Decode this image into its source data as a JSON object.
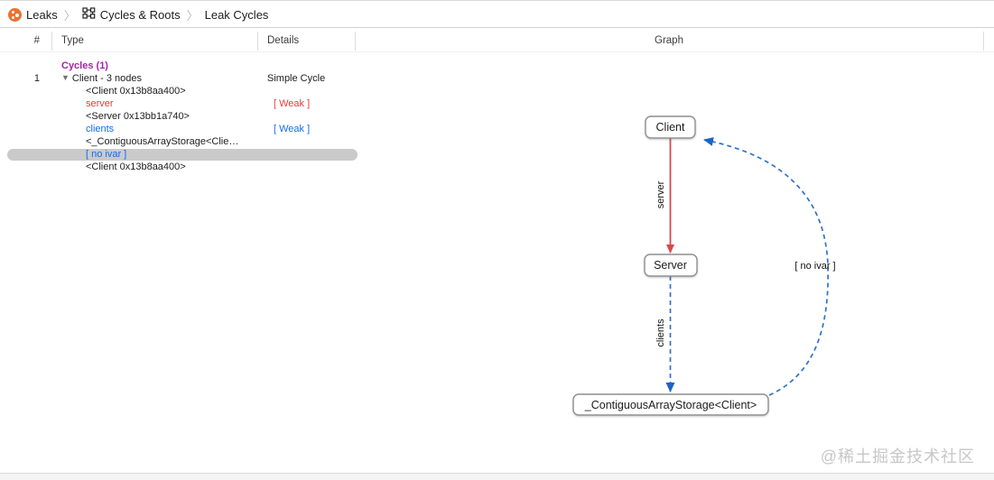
{
  "breadcrumb": {
    "separator": "〉",
    "items": [
      {
        "label": "Leaks",
        "icon": "leaks-instrument-icon"
      },
      {
        "label": "Cycles & Roots",
        "icon": "cycles-roots-icon"
      },
      {
        "label": "Leak Cycles"
      }
    ]
  },
  "table": {
    "headers": {
      "index": "#",
      "type": "Type",
      "details": "Details",
      "graph": "Graph"
    },
    "group_label": "Cycles (1)",
    "rows": [
      {
        "index": "1",
        "type": "Client - 3 nodes",
        "details": "Simple Cycle",
        "expanded": true
      },
      {
        "type": "<Client 0x13b8aa400>"
      },
      {
        "type": "server",
        "details": "[ Weak ]",
        "color": "red"
      },
      {
        "type": "<Server 0x13bb1a740>"
      },
      {
        "type": "clients",
        "details": "[ Weak ]",
        "color": "blue"
      },
      {
        "type": "<_ContiguousArrayStorage<Clie…"
      },
      {
        "type": "[ no ivar ]",
        "color": "blue",
        "selected": true
      },
      {
        "type": "<Client 0x13b8aa400>"
      }
    ]
  },
  "graph": {
    "nodes": [
      {
        "id": "client",
        "label": "Client"
      },
      {
        "id": "server",
        "label": "Server"
      },
      {
        "id": "storage",
        "label": "_ContiguousArrayStorage<Client>"
      }
    ],
    "edges": [
      {
        "from": "client",
        "to": "server",
        "label": "server",
        "style": "solid",
        "color": "#d6494c"
      },
      {
        "from": "server",
        "to": "storage",
        "label": "clients",
        "style": "dashed",
        "color": "#2e72cc"
      },
      {
        "from": "storage",
        "to": "client",
        "label": "[ no ivar ]",
        "style": "dashed",
        "color": "#2e72cc"
      }
    ]
  },
  "watermark": "@稀土掘金技术社区",
  "colors": {
    "leaks_orange": "#ea7232",
    "cycles_purple": "#a324a6",
    "weak_red": "#e8393c",
    "reference_blue": "#116df0",
    "edge_red": "#d6494c",
    "edge_blue": "#2e72cc",
    "selection_gray": "#cacaca"
  }
}
